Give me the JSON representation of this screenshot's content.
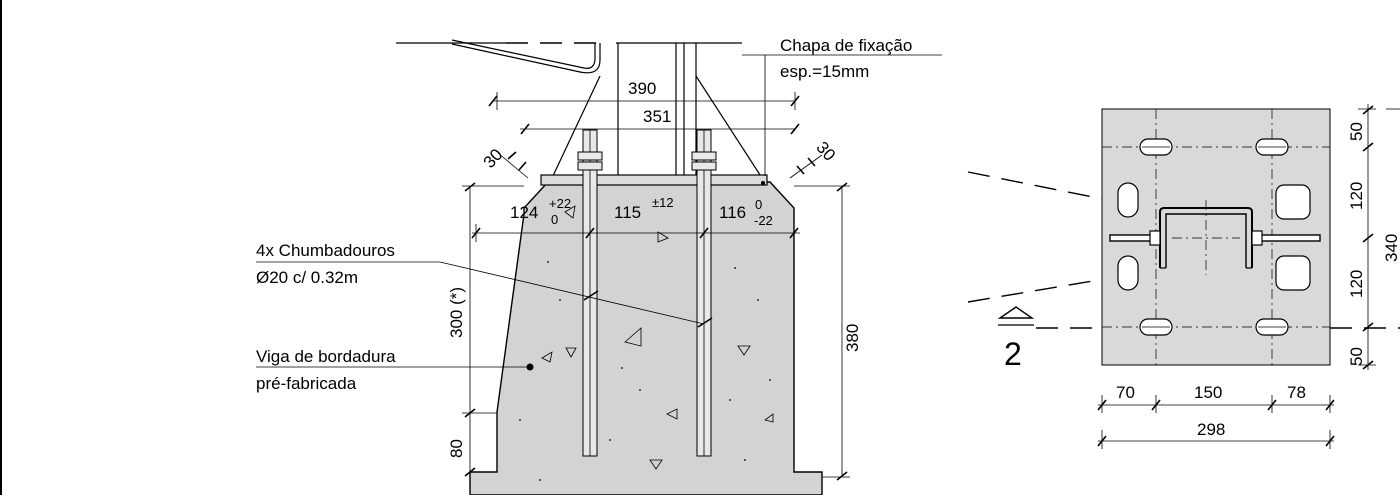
{
  "labels": {
    "plate_title": "Chapa de fixação",
    "plate_thickness": "esp.=15mm",
    "anchors_title": "4x Chumbadouros",
    "anchors_spec": "Ø20 c/ 0.32m",
    "beam_title": "Viga de bordadura",
    "beam_subtitle": "pré-fabricada",
    "section_mark": "2"
  },
  "section_dims": {
    "d390": "390",
    "d351": "351",
    "d30_left": "30",
    "d30_right": "30",
    "d124": "124",
    "d124_tol_up": "+22",
    "d124_tol_down": "0",
    "d115": "115",
    "d115_tol": "±12",
    "d116": "116",
    "d116_tol_up": "0",
    "d116_tol_down": "-22",
    "d300": "300 (*)",
    "d380": "380",
    "d80": "80"
  },
  "plan_dims": {
    "d50_top": "50",
    "d120_top": "120",
    "d340": "340",
    "d120_bottom": "120",
    "d50_bottom": "50",
    "d70": "70",
    "d150": "150",
    "d78": "78",
    "d298": "298"
  }
}
